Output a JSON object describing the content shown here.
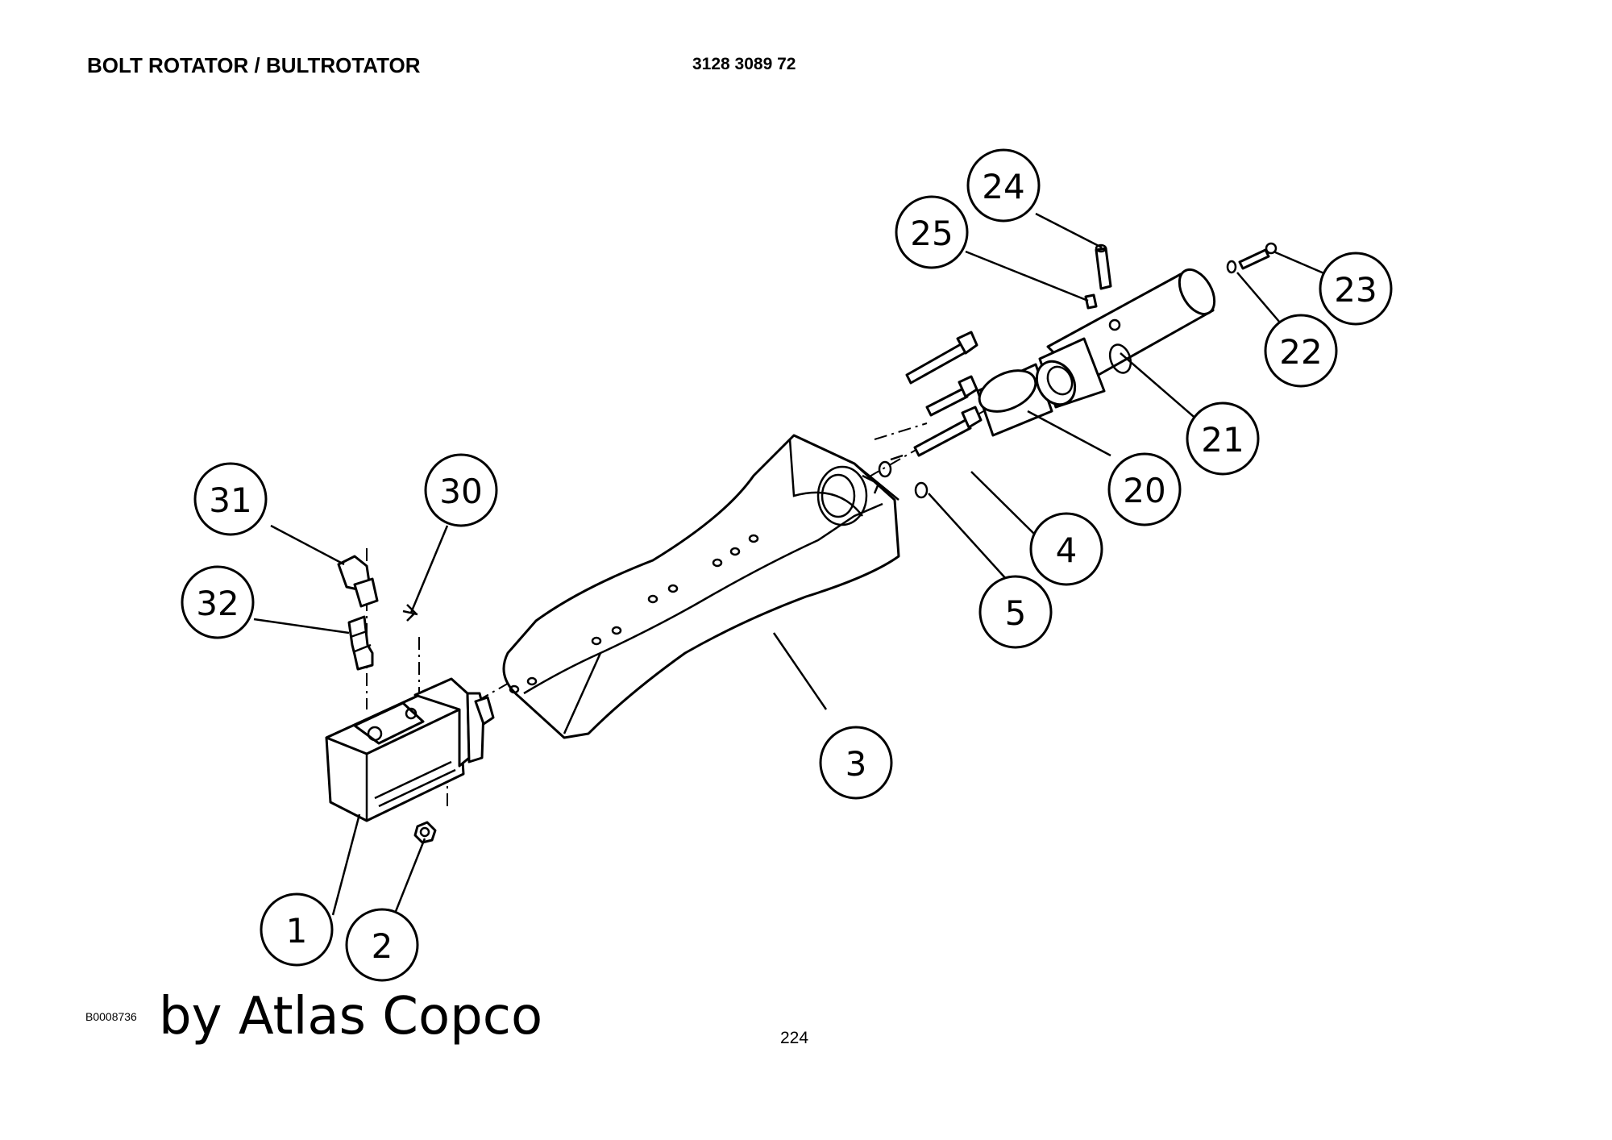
{
  "header": {
    "title": "BOLT ROTATOR / BULTROTATOR",
    "part_number": "3128 3089 72"
  },
  "footer": {
    "drawing_code": "B0008736",
    "brand": "by Atlas Copco",
    "page_number": "224"
  },
  "callouts": [
    "1",
    "2",
    "3",
    "4",
    "5",
    "20",
    "21",
    "22",
    "23",
    "24",
    "25",
    "30",
    "31",
    "32"
  ]
}
